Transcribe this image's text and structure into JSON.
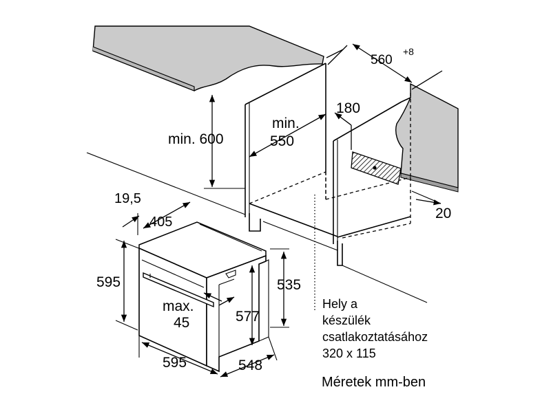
{
  "diagram": {
    "dimensions": {
      "cabinet_width": "560",
      "cabinet_width_tolerance": "+8",
      "min_height": "min. 600",
      "min_depth_label": "min.",
      "min_depth_value": "550",
      "rear_gap": "180",
      "side_gap": "20",
      "front_offset": "19,5",
      "top_depth": "405",
      "oven_height": "595",
      "oven_width": "595",
      "oven_depth": "548",
      "body_height": "577",
      "rear_height": "535",
      "handle_max_label": "max.",
      "handle_max_value": "45"
    },
    "connection_note": {
      "line1": "Hely a",
      "line2": "készülék",
      "line3": "csatlakoztatásához",
      "line4": "320 x 115"
    },
    "units_note": "Méretek mm-ben",
    "colors": {
      "worktop": "#cbcbcb",
      "line": "#000000",
      "background": "#ffffff"
    }
  }
}
